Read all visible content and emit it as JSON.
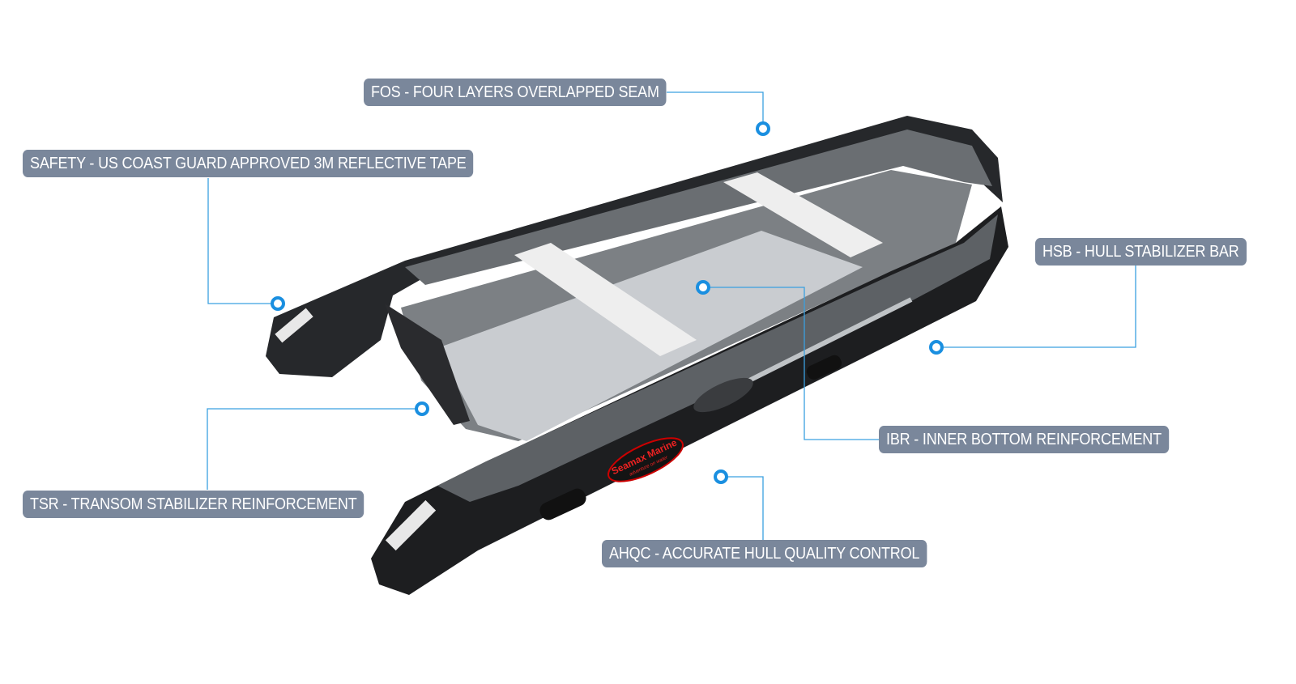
{
  "brand": {
    "name": "Seamax Marine",
    "tagline": "adventure on water"
  },
  "colors": {
    "label_bg": "#7a879b",
    "connector": "#3aa0e0",
    "hull_dark": "#1f2022",
    "tube_grey": "#5f6366"
  },
  "callouts": [
    {
      "id": "fos",
      "text": "FOS - FOUR LAYERS OVERLAPPED SEAM"
    },
    {
      "id": "safety",
      "text": "SAFETY - US COAST GUARD APPROVED 3M REFLECTIVE TAPE"
    },
    {
      "id": "hsb",
      "text": "HSB - HULL STABILIZER BAR"
    },
    {
      "id": "ibr",
      "text": "IBR - INNER BOTTOM REINFORCEMENT"
    },
    {
      "id": "tsr",
      "text": "TSR - TRANSOM STABILIZER REINFORCEMENT"
    },
    {
      "id": "ahqc",
      "text": "AHQC - ACCURATE HULL QUALITY CONTROL"
    }
  ]
}
